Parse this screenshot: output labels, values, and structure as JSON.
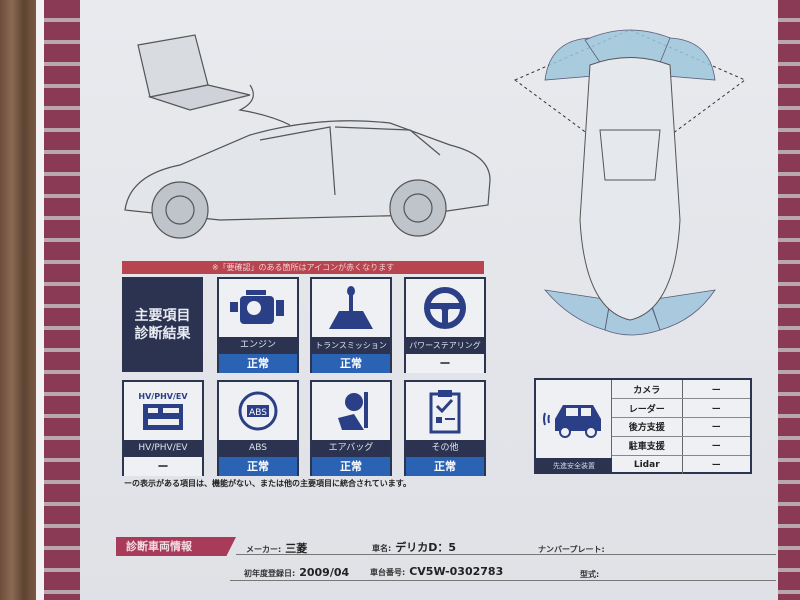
{
  "banner": "※「要確認」のある箇所はアイコンが赤くなります",
  "heading": {
    "line1": "主要項目",
    "line2": "診断結果"
  },
  "items": [
    {
      "label": "エンジン",
      "status": "正常",
      "icon": "engine-icon"
    },
    {
      "label": "トランスミッション",
      "status": "正常",
      "icon": "gear-shift-icon"
    },
    {
      "label": "パワーステアリング",
      "status": "ー",
      "icon": "steering-wheel-icon"
    },
    {
      "label": "HV/PHV/EV",
      "status": "ー",
      "icon": "battery-icon",
      "title": "HV/PHV/EV"
    },
    {
      "label": "ABS",
      "status": "正常",
      "icon": "abs-icon"
    },
    {
      "label": "エアバッグ",
      "status": "正常",
      "icon": "airbag-icon"
    },
    {
      "label": "その他",
      "status": "正常",
      "icon": "clipboard-icon"
    }
  ],
  "note": "ーの表示がある項目は、機能がない、または他の主要項目に統合されています。",
  "safety": {
    "caption": "先進安全装置",
    "rows": [
      {
        "name": "カメラ",
        "value": "ー"
      },
      {
        "name": "レーダー",
        "value": "ー"
      },
      {
        "name": "後方支援",
        "value": "ー"
      },
      {
        "name": "駐車支援",
        "value": "ー"
      },
      {
        "name": "Lidar",
        "value": "ー"
      }
    ]
  },
  "vehicle": {
    "tag": "診断車両情報",
    "maker_label": "メーカー:",
    "maker": "三菱",
    "name_label": "車名:",
    "name": "デリカD：5",
    "plate_label": "ナンバープレート:",
    "plate": "",
    "reg_label": "初年度登録日:",
    "reg": "2009/04",
    "chassis_label": "車台番号:",
    "chassis": "CV5W-0302783",
    "model_label": "型式:",
    "model": ""
  }
}
